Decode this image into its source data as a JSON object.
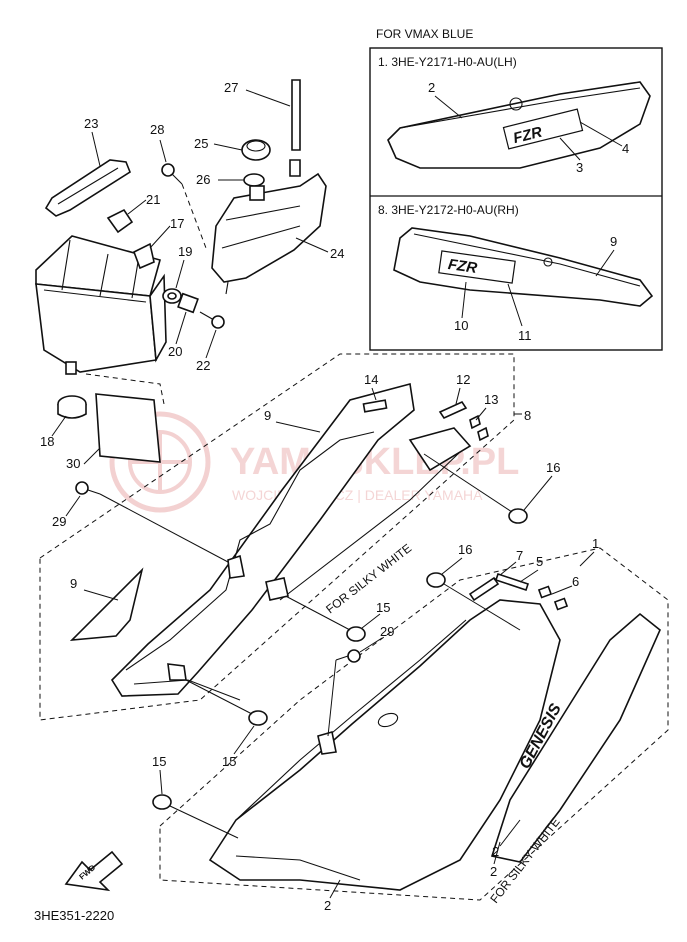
{
  "header": {
    "variant_title": "FOR VMAX BLUE",
    "lh_cover": "1. 3HE-Y2171-H0-AU(LH)",
    "rh_cover": "8. 3HE-Y2172-H0-AU(RH)"
  },
  "decals": {
    "fzr": "FZR",
    "genesis": "GENESIS",
    "silky_white_upper": "FOR SILKY WHITE",
    "silky_white_lower": "FOR SILKY WHITE"
  },
  "watermark": {
    "main": "YAMASKLEP.PL",
    "sub": "WOJCIECHOWICZ | DEALER YAMAHA"
  },
  "footer": {
    "fwd": "FWD",
    "drawing_code": "3HE351-2220"
  },
  "callouts": {
    "c1": "1",
    "c2a": "2",
    "c2b": "2",
    "c2c": "2",
    "c3": "3",
    "c4": "4",
    "c5": "5",
    "c6": "6",
    "c7": "7",
    "c8": "8",
    "c9a": "9",
    "c9b": "9",
    "c9c": "9",
    "c10": "10",
    "c11": "11",
    "c12": "12",
    "c13": "13",
    "c14": "14",
    "c15a": "15",
    "c15b": "15",
    "c15c": "15",
    "c16a": "16",
    "c16b": "16",
    "c17": "17",
    "c18": "18",
    "c19": "19",
    "c20": "20",
    "c21": "21",
    "c22": "22",
    "c23": "23",
    "c24": "24",
    "c25": "25",
    "c26": "26",
    "c27": "27",
    "c28": "28",
    "c29a": "29",
    "c29b": "29",
    "c30": "30",
    "c2d": "2"
  }
}
